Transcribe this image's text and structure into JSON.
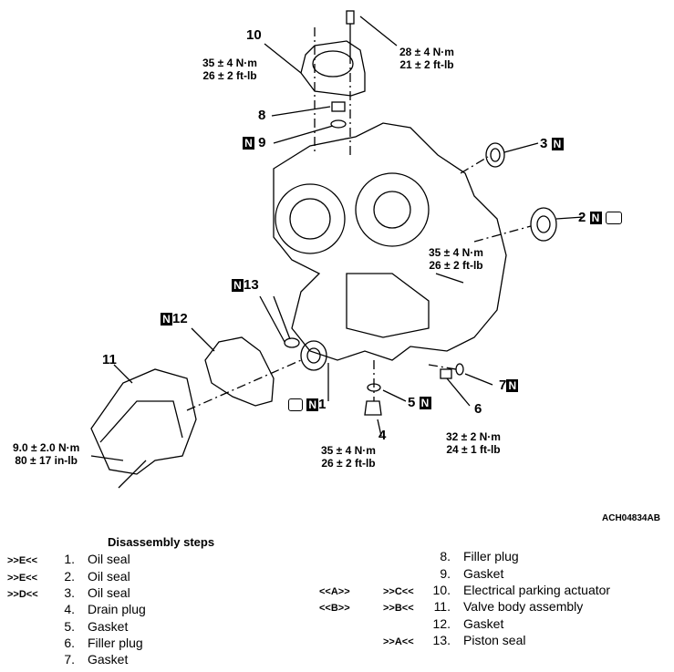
{
  "diagram_code": "ACH04834AB",
  "labels": {
    "c10": "10",
    "c8": "8",
    "c9": "9",
    "c3": "3",
    "c2": "2",
    "c13": "13",
    "c12": "12",
    "c11": "11",
    "c1": "1",
    "c5": "5",
    "c7": "7",
    "c6": "6",
    "c4": "4",
    "n_mark": "N"
  },
  "torques": {
    "t10_a": "35 ± 4 N·m",
    "t10_b": "26 ± 2 ft-lb",
    "ttop_a": "28 ± 4 N·m",
    "ttop_b": "21 ± 2 ft-lb",
    "tmid_a": "35 ± 4 N·m",
    "tmid_b": "26 ± 2 ft-lb",
    "t11_a": "9.0 ± 2.0 N·m",
    "t11_b": "80 ± 17 in-lb",
    "t4_a": "35 ± 4 N·m",
    "t4_b": "26 ± 2 ft-lb",
    "t6_a": "32 ± 2 N·m",
    "t6_b": "24 ± 1 ft-lb"
  },
  "steps": {
    "title": "Disassembly steps",
    "left": [
      {
        "ref": ">>E<<",
        "num": "1.",
        "name": "Oil seal"
      },
      {
        "ref": ">>E<<",
        "num": "2.",
        "name": "Oil seal"
      },
      {
        "ref": ">>D<<",
        "num": "3.",
        "name": "Oil seal"
      },
      {
        "ref": "",
        "num": "4.",
        "name": "Drain plug"
      },
      {
        "ref": "",
        "num": "5.",
        "name": "Gasket"
      },
      {
        "ref": "",
        "num": "6.",
        "name": "Filler plug"
      },
      {
        "ref": "",
        "num": "7.",
        "name": "Gasket"
      }
    ],
    "right": [
      {
        "ref1": "",
        "ref2": "",
        "num": "8.",
        "name": "Filler plug"
      },
      {
        "ref1": "",
        "ref2": "",
        "num": "9.",
        "name": "Gasket"
      },
      {
        "ref1": "<<A>>",
        "ref2": ">>C<<",
        "num": "10.",
        "name": "Electrical parking actuator"
      },
      {
        "ref1": "<<B>>",
        "ref2": ">>B<<",
        "num": "11.",
        "name": "Valve body assembly"
      },
      {
        "ref1": "",
        "ref2": "",
        "num": "12.",
        "name": "Gasket"
      },
      {
        "ref1": "",
        "ref2": ">>A<<",
        "num": "13.",
        "name": "Piston seal"
      }
    ]
  }
}
